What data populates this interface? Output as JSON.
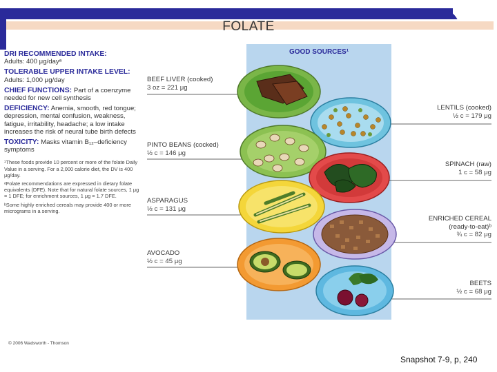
{
  "title": "FOLATE",
  "left": {
    "dri_heading": "DRI RECOMMENDED INTAKE:",
    "dri_text": "Adults: 400 μg/dayᵃ",
    "ul_heading": "TOLERABLE UPPER INTAKE LEVEL:",
    "ul_text": "Adults: 1,000 μg/day",
    "chief_heading": "CHIEF FUNCTIONS:",
    "chief_text": "Part of a coenzyme needed for new cell synthesis",
    "def_heading": "DEFICIENCY:",
    "def_text": "Anemia, smooth, red tongue; depression, mental confusion, weakness, fatigue, irritability, headache; a low intake increases the risk of neural tube birth defects",
    "tox_heading": "TOXICITY:",
    "tox_text": "Masks vitamin B₁₂–deficiency symptoms",
    "footnote1": "¹These foods provide 10 percent or more of the folate Daily Value in a serving. For a 2,000 calorie diet, the DV is 400 μg/day.",
    "footnote2": "ᵃFolate recommendations are expressed in dietary folate equivalents (DFE). Note that for natural folate sources, 1 μg = 1 DFE; for enrichment sources, 1 μg = 1.7 DFE.",
    "footnote3": "ᵇSome highly enriched cereals may provide 400 or more micrograms in a serving."
  },
  "good_sources_heading": "GOOD SOURCES¹",
  "foods_left": [
    {
      "name": "BEEF LIVER (cooked)",
      "amount": "3 oz = 221 μg"
    },
    {
      "name": "PINTO BEANS (cocked)",
      "amount": "½ c = 146 μg"
    },
    {
      "name": "ASPARAGUS",
      "amount": "½ c = 131 μg"
    },
    {
      "name": "AVOCADO",
      "amount": "½ c = 45 μg"
    }
  ],
  "foods_right": [
    {
      "name": "LENTILS (cooked)",
      "amount": "½ c = 179 μg"
    },
    {
      "name": "SPINACH (raw)",
      "amount": "1 c = 58 μg"
    },
    {
      "name": "ENRICHED CEREAL",
      "name2": "(ready-to-eat)ᵇ",
      "amount": "¾ c = 82 μg"
    },
    {
      "name": "BEETS",
      "amount": "½ c = 68 μg"
    }
  ],
  "copyright": "© 2006 Wadsworth - Thomson",
  "snapshot": "Snapshot 7-9, p, 240",
  "colors": {
    "frame": "#2a2a9a",
    "heading": "#2a2a9a",
    "band": "#b9d6ee",
    "peach": "#f6d9c3"
  }
}
